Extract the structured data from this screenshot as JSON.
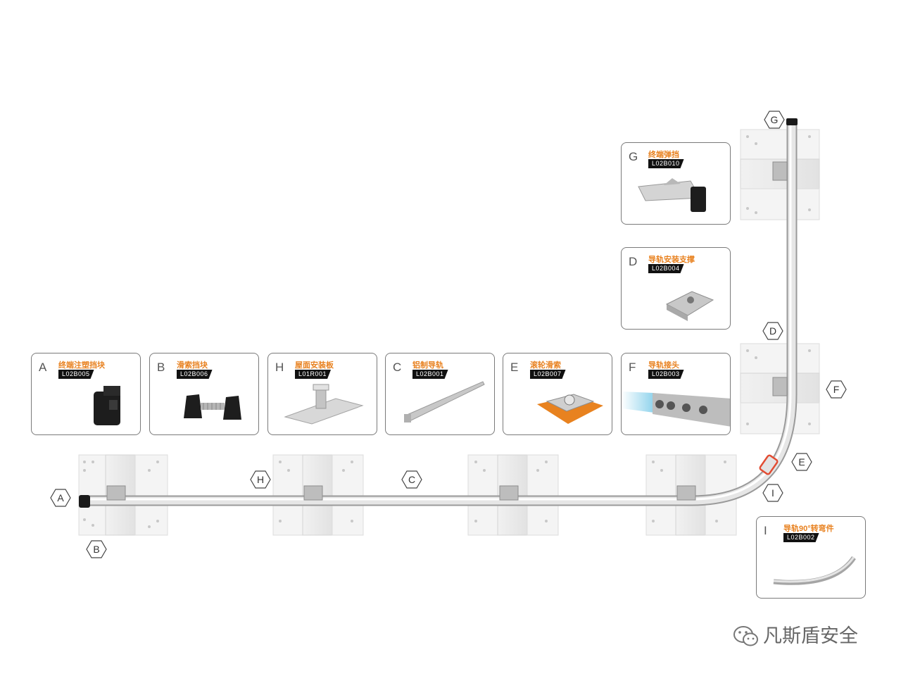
{
  "components": [
    {
      "letter": "A",
      "name": "终端注塑挡块",
      "code": "L02B005"
    },
    {
      "letter": "B",
      "name": "滑索挡块",
      "code": "L02B006"
    },
    {
      "letter": "H",
      "name": "屋面安装板",
      "code": "L01R001"
    },
    {
      "letter": "C",
      "name": "铝制导轨",
      "code": "L02B001"
    },
    {
      "letter": "E",
      "name": "滚轮滑索",
      "code": "L02B007"
    },
    {
      "letter": "F",
      "name": "导轨接头",
      "code": "L02B003"
    },
    {
      "letter": "G",
      "name": "终端弹挡",
      "code": "L02B010"
    },
    {
      "letter": "D",
      "name": "导轨安装支撑",
      "code": "L02B004"
    },
    {
      "letter": "I",
      "name": "导轨90°转弯件",
      "code": "L02B002"
    }
  ],
  "markers": [
    "A",
    "B",
    "H",
    "C",
    "E",
    "I",
    "F",
    "D",
    "G"
  ],
  "watermark": {
    "text": "凡斯盾安全"
  },
  "colors": {
    "accent": "#e8811f",
    "rail": "#d6d6d6",
    "card_border": "#7a7a7a",
    "code_bg": "#111111"
  }
}
